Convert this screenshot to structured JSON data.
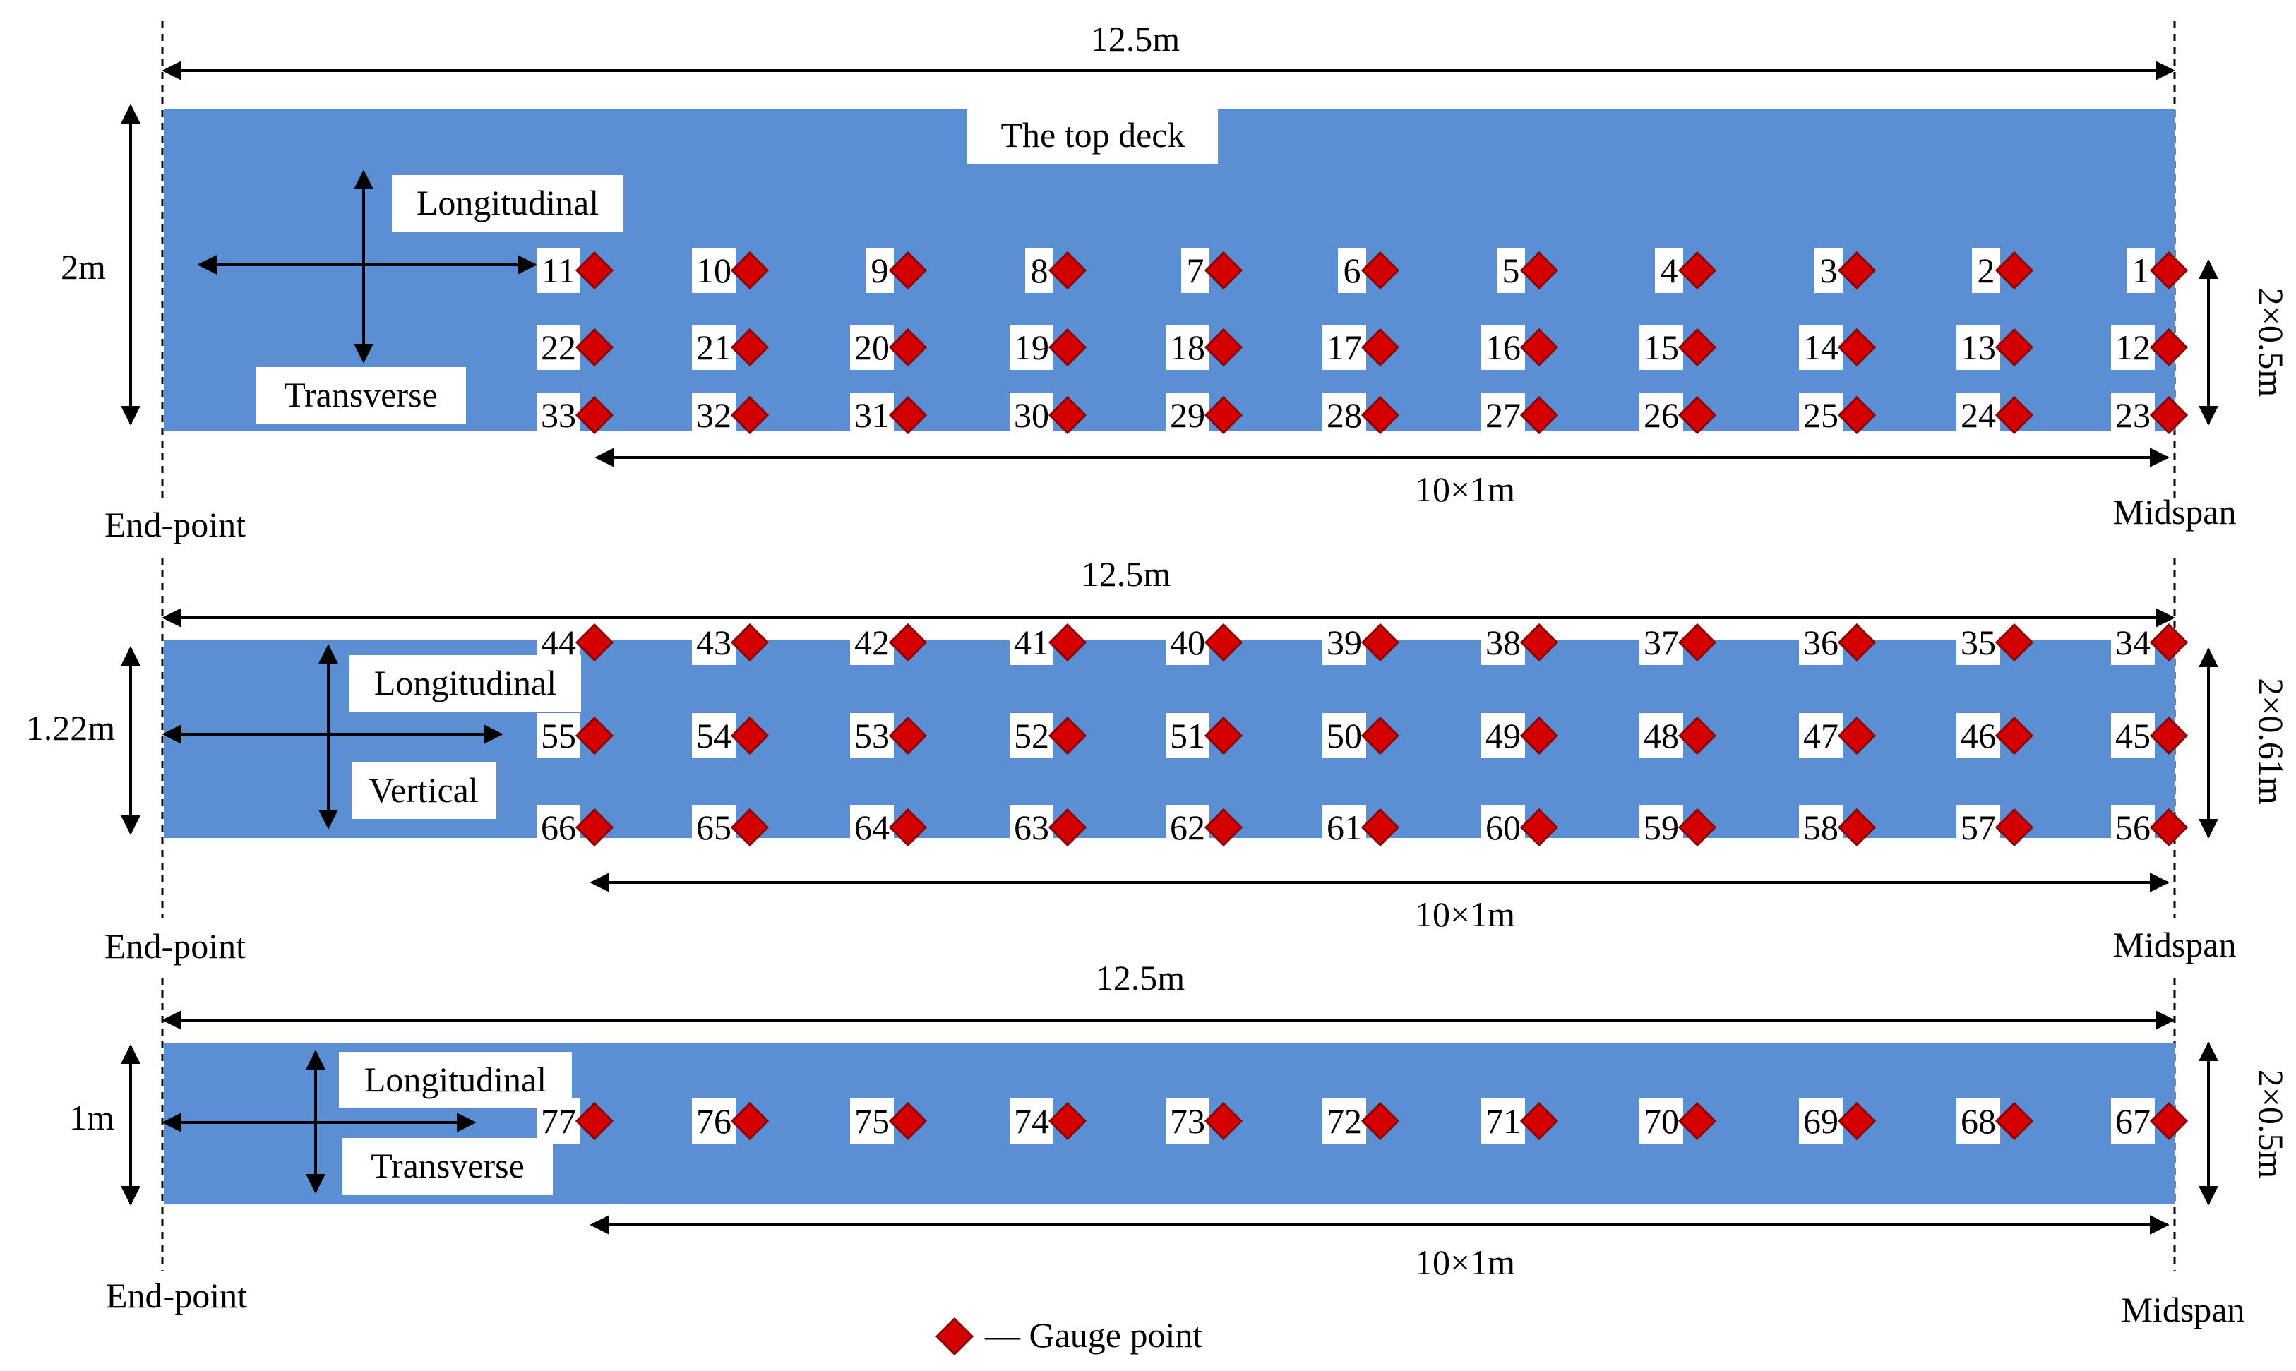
{
  "panels": [
    {
      "title": "The top deck",
      "length": "12.5m",
      "height": "2m",
      "spacing": "10×1m",
      "row_spacing": "2×0.5m",
      "end_label": "End-point",
      "mid_label": "Midspan",
      "axis_h": "Longitudinal",
      "axis_v": "Transverse",
      "rows": [
        [
          "11",
          "10",
          "9",
          "8",
          "7",
          "6",
          "5",
          "4",
          "3",
          "2",
          "1"
        ],
        [
          "22",
          "21",
          "20",
          "19",
          "18",
          "17",
          "16",
          "15",
          "14",
          "13",
          "12"
        ],
        [
          "33",
          "32",
          "31",
          "30",
          "29",
          "28",
          "27",
          "26",
          "25",
          "24",
          "23"
        ]
      ]
    },
    {
      "title": "",
      "length": "12.5m",
      "height": "1.22m",
      "spacing": "10×1m",
      "row_spacing": "2×0.61m",
      "end_label": "End-point",
      "mid_label": "Midspan",
      "axis_h": "Longitudinal",
      "axis_v": "Vertical",
      "rows": [
        [
          "44",
          "43",
          "42",
          "41",
          "40",
          "39",
          "38",
          "37",
          "36",
          "35",
          "34"
        ],
        [
          "55",
          "54",
          "53",
          "52",
          "51",
          "50",
          "49",
          "48",
          "47",
          "46",
          "45"
        ],
        [
          "66",
          "65",
          "64",
          "63",
          "62",
          "61",
          "60",
          "59",
          "58",
          "57",
          "56"
        ]
      ]
    },
    {
      "title": "",
      "length": "12.5m",
      "height": "1m",
      "spacing": "10×1m",
      "row_spacing": "2×0.5m",
      "end_label": "End-point",
      "mid_label": "Midspan",
      "axis_h": "Longitudinal",
      "axis_v": "Transverse",
      "rows": [
        [
          "77",
          "76",
          "75",
          "74",
          "73",
          "72",
          "71",
          "70",
          "69",
          "68",
          "67"
        ]
      ]
    }
  ],
  "legend": {
    "label": "— Gauge point",
    "icon": "gauge-diamond-icon"
  },
  "colors": {
    "deck": "#5a8fd4",
    "gauge": "#d40000",
    "gauge_dark": "#8b0000",
    "line": "#000000"
  }
}
